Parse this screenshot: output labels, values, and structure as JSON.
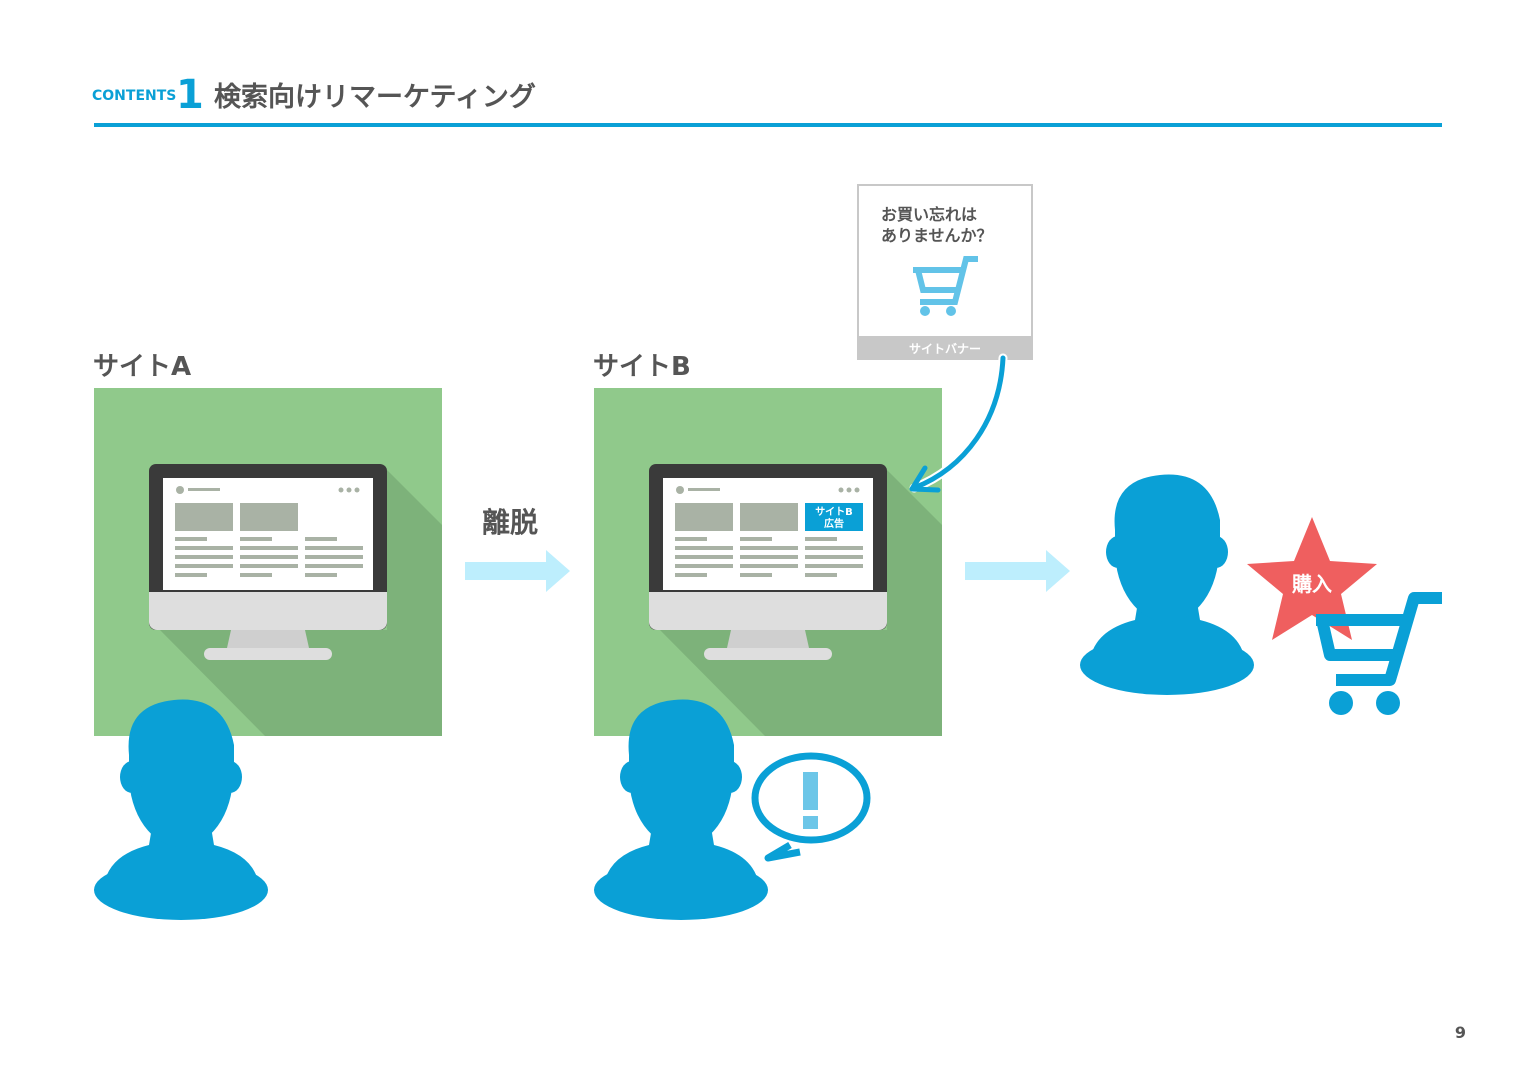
{
  "header": {
    "contents_label": "CONTENTS",
    "number": "1",
    "title": "検索向けリマーケティング"
  },
  "site_a": {
    "label": "サイトA"
  },
  "site_b": {
    "label": "サイトB",
    "ad_line1": "サイトB",
    "ad_line2": "広告"
  },
  "flow": {
    "leave_label": "離脱"
  },
  "banner": {
    "line1": "お買い忘れは",
    "line2": "ありませんか？",
    "footer": "サイトバナー"
  },
  "purchase": {
    "label": "購入"
  },
  "page_number": "9",
  "colors": {
    "accent": "#0aa0d6",
    "panel_green": "#90c98b",
    "shadow_green": "#7db27a",
    "arrow_light": "#bdeefd",
    "star_red": "#ef5f5f",
    "text_gray": "#555555"
  }
}
